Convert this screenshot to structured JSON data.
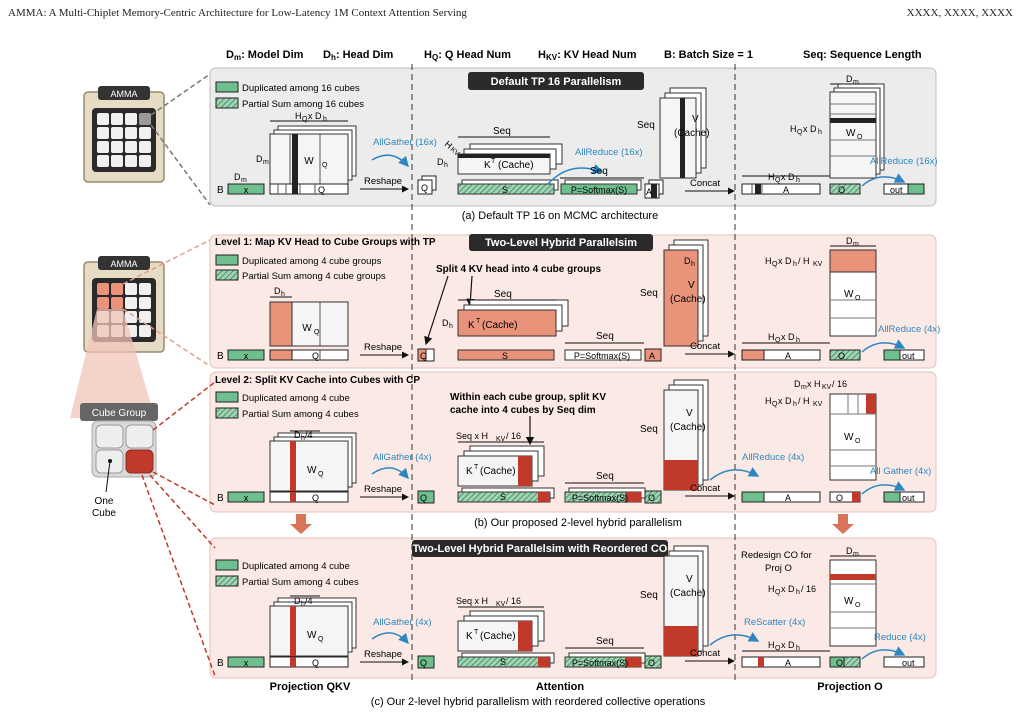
{
  "header": {
    "running_title": "AMMA: A Multi-Chiplet Memory-Centric Architecture for Low-Latency 1M Context Attention Serving",
    "authors": "XXXX, XXXX, XXXX"
  },
  "legend_top": {
    "dm": "D",
    "dm_sub": "m",
    "dm_text": ": Model Dim",
    "dh": "D",
    "dh_sub": "h",
    "dh_text": ": Head Dim",
    "hq": "H",
    "hq_sub": "Q",
    "hq_text": ": Q Head Num",
    "hkv": "H",
    "hkv_sub": "KV",
    "hkv_text": ": KV Head Num",
    "batch": "B: Batch Size = 1",
    "seq": "Seq: Sequence Length"
  },
  "colors": {
    "green": "#6fbf8e",
    "salmon": "#e8937a",
    "red": "#c0392b",
    "blue": "#2e86c1",
    "panel_gray": "#ececec",
    "panel_pink": "#fbe9e5",
    "chip_border": "#9a8a6a"
  },
  "chips": {
    "amma_label_a": "AMMA",
    "amma_label_b": "AMMA",
    "cube_group": "Cube Group",
    "one_cube": "One\nCube"
  },
  "panel_a": {
    "title": "Default TP 16 Parallelism",
    "legend_dup": "Duplicated among 16 cubes",
    "legend_psum": "Partial Sum among 16 cubes",
    "hq_dh": "H",
    "dm": "D",
    "wq": "W",
    "b": "B",
    "x": "x",
    "q_vec": "Q",
    "allgather": "AllGather (16x)",
    "reshape": "Reshape",
    "hkv": "H",
    "seq_k": "Seq",
    "kt": "K",
    "cache": "(Cache)",
    "dh": "D",
    "q": "Q",
    "s": "S",
    "allreduce1": "AllReduce (16x)",
    "seq_p": "Seq",
    "p": "P=Softmax(S)",
    "a": "A",
    "seq_v": "Seq",
    "v": "V",
    "v_cache": "(Cache)",
    "concat": "Concat",
    "hq_dh_a": "H",
    "a_vec": "A",
    "o": "O",
    "out": "out",
    "dm_o": "D",
    "hq_dh_o": "H",
    "wo": "W",
    "allreduce2": "AllReduce (16x)",
    "caption": "(a) Default TP 16 on MCMC architecture"
  },
  "panel_b": {
    "level1": "Level 1: Map KV Head to Cube Groups with TP",
    "title": "Two-Level Hybrid Parallelsim",
    "legend_dup": "Duplicated among 4 cube groups",
    "legend_psum": "Partial Sum among 4 cube groups",
    "split": "Split 4 KV head into 4 cube groups",
    "dh": "D",
    "wq": "W",
    "b": "B",
    "x": "x",
    "q_vec": "Q",
    "reshape": "Reshape",
    "q": "Q",
    "seq_k": "Seq",
    "kt": "K",
    "cache": "(Cache)",
    "s": "S",
    "seq_p": "Seq",
    "p": "P=Softmax(S)",
    "a": "A",
    "seq_v": "Seq",
    "v": "V",
    "v_cache": "(Cache)",
    "concat": "Concat",
    "hq_dh_a": "H",
    "a_vec": "A",
    "o": "O",
    "out": "out",
    "dm_o": "D",
    "hq_dh_hkv": "H",
    "wo": "W",
    "allreduce": "AllReduce (4x)",
    "level2": "Level 2: Split KV Cache into Cubes with CP",
    "legend2_dup": "Duplicated among 4 cube",
    "legend2_psum": "Partial Sum among 4 cubes",
    "within": "Within each cube group, split KV",
    "within2": "cache into 4 cubes by Seq dim",
    "dh4": "D",
    "wq2": "W",
    "b2": "B",
    "x2": "x",
    "q_vec2": "Q",
    "allgather2": "AllGather (4x)",
    "reshape2": "Reshape",
    "q2": "Q",
    "seq_k2": "Seq x H",
    "kt2": "K",
    "cache2": "(Cache)",
    "s2": "S",
    "seq_p2": "Seq",
    "p2": "P=Softmax(S)",
    "o_small": "O",
    "seq_v2": "Seq",
    "v2": "V",
    "v_cache2": "(Cache)",
    "allreduce_a": "AllReduce (4x)",
    "concat2": "Concat",
    "a_vec2": "A",
    "o2": "O",
    "out2": "out",
    "dm_hkv": "D",
    "hq_dh_hkv2": "H",
    "wo2": "W",
    "allgather_o": "All Gather (4x)",
    "caption": "(b) Our proposed 2-level hybrid parallelism"
  },
  "panel_c": {
    "title": "Two-Level Hybrid Parallelsim with Reordered CO",
    "legend_dup": "Duplicated among 4 cube",
    "legend_psum": "Partial Sum among 4 cubes",
    "dh4": "D",
    "wq": "W",
    "b": "B",
    "x": "x",
    "q_vec": "Q",
    "allgather": "AllGather (4x)",
    "reshape": "Reshape",
    "q": "Q",
    "seq_k": "Seq x H",
    "kt": "K",
    "cache": "(Cache)",
    "s": "S",
    "seq_p": "Seq",
    "p": "P=Softmax(S)",
    "o_small": "O",
    "seq_v": "Seq",
    "v": "V",
    "v_cache": "(Cache)",
    "rescatter": "ReScatter (4x)",
    "concat": "Concat",
    "hq_dh_a": "H",
    "a_vec": "A",
    "o": "O",
    "out": "out",
    "redesign1": "Redesign CO for",
    "redesign2": "Proj O",
    "dm_o": "D",
    "hq_dh16": "H",
    "wo": "W",
    "reduce": "Reduce (4x)",
    "col1": "Projection QKV",
    "col2": "Attention",
    "col3": "Projection O",
    "caption": "(c) Our 2-level hybrid parallelism with reordered collective operations"
  }
}
